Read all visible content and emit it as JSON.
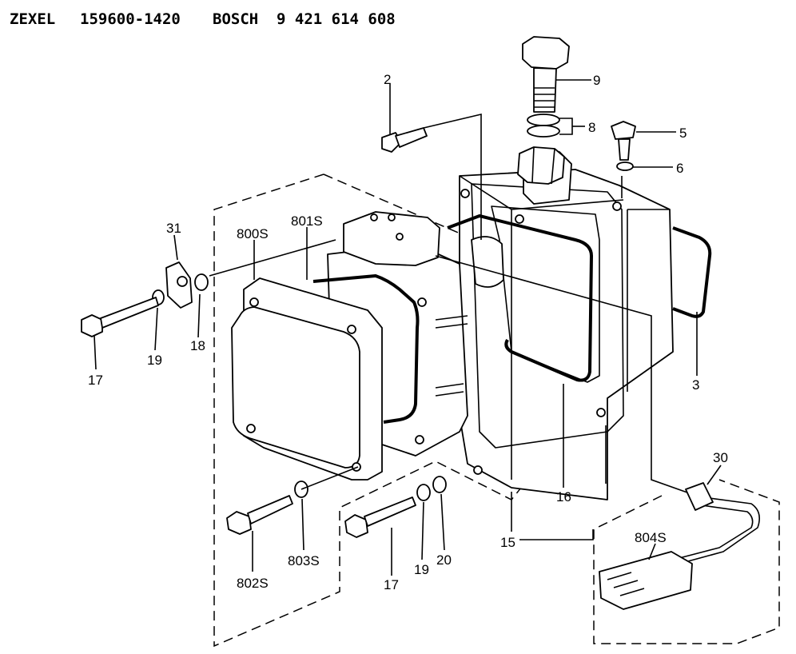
{
  "header": {
    "maker": "ZEXEL",
    "zexel_no": "159600-1420",
    "brand": "BOSCH",
    "bosch_no": "9 421 614 608"
  },
  "callouts": [
    "2",
    "9",
    "8",
    "5",
    "6",
    "31",
    "800S",
    "801S",
    "17",
    "19",
    "18",
    "3",
    "16",
    "15",
    "30",
    "804S",
    "802S",
    "803S",
    "17",
    "19",
    "20"
  ]
}
